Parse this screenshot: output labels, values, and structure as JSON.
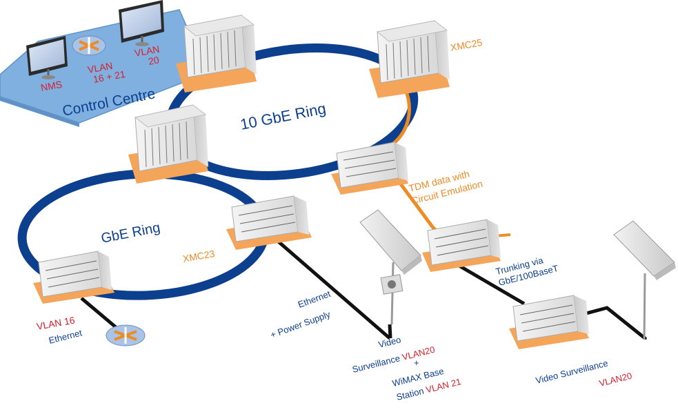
{
  "control_centre": {
    "title": "Control Centre",
    "nms_label": "NMS",
    "vlan_a_line1": "VLAN",
    "vlan_a_line2": "16 + 21",
    "vlan_b_line1": "VLAN",
    "vlan_b_line2": "20"
  },
  "rings": {
    "ten_gbe": "10 GbE Ring",
    "gbe": "GbE Ring"
  },
  "nodes": {
    "xmc25": "XMC25",
    "xmc23": "XMC23"
  },
  "labels": {
    "tdm_line1": "TDM data with",
    "tdm_line2": "Circuit Emulation",
    "trunk_line1": "Trunking via",
    "trunk_line2": "GbE/100BaseT",
    "vlan16": "VLAN 16",
    "ethernet": "Ethernet",
    "eth_power_line1": "Ethernet",
    "eth_power_line2": "+ Power Supply",
    "video_line1": "Video",
    "video_line2a": "Surveillance ",
    "video_line2b": "VLAN20",
    "plus": "+",
    "wimax_line1": "WiMAX Base",
    "wimax_line2a": "Station ",
    "wimax_line2b": "VLAN 21",
    "video2_a": "Video Surveillance",
    "video2_b": "VLAN20"
  },
  "colors": {
    "navy": "#0d3f8f",
    "red": "#d81e2a",
    "orange": "#ee8b25",
    "panel_blue": "#7fb0e0"
  }
}
